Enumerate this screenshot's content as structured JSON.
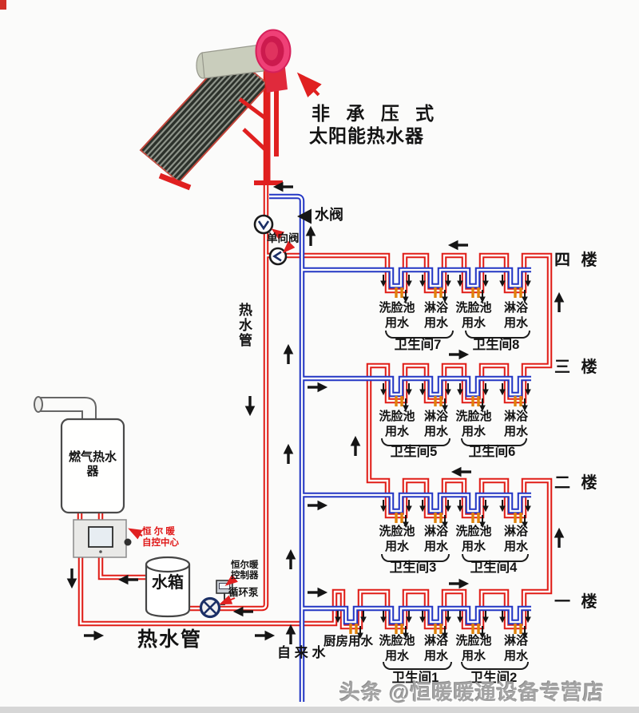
{
  "title": {
    "line1": "非 承 压 式",
    "line2": "太阳能热水器"
  },
  "annotations": {
    "water_valve": "水阀",
    "check_valve": "单向阀",
    "hot_pipe_vertical": "热\n水\n管",
    "hot_pipe_bottom": "热水管",
    "tap_water": "自 来 水"
  },
  "equipment": {
    "gas_heater": "燃气热水器",
    "control_center": "恒 尔 暖\n自控中心",
    "controller": "恒尔暖\n控制器",
    "pump": "循环泵",
    "tank": "水箱"
  },
  "floors": [
    {
      "label": "四 楼",
      "rooms": [
        {
          "name": "卫生间7",
          "fixtures": [
            "洗脸池\n用水",
            "淋浴\n用水"
          ]
        },
        {
          "name": "卫生间8",
          "fixtures": [
            "洗脸池\n用水",
            "淋浴\n用水"
          ]
        }
      ]
    },
    {
      "label": "三 楼",
      "rooms": [
        {
          "name": "卫生间5",
          "fixtures": [
            "洗脸池\n用水",
            "淋浴\n用水"
          ]
        },
        {
          "name": "卫生间6",
          "fixtures": [
            "洗脸池\n用水",
            "淋浴\n用水"
          ]
        }
      ]
    },
    {
      "label": "二 楼",
      "rooms": [
        {
          "name": "卫生间3",
          "fixtures": [
            "洗脸池\n用水",
            "淋浴\n用水"
          ]
        },
        {
          "name": "卫生间4",
          "fixtures": [
            "洗脸池\n用水",
            "淋浴\n用水"
          ]
        }
      ]
    },
    {
      "label": "一 楼",
      "kitchen": "厨房用水",
      "rooms": [
        {
          "name": "卫生间1",
          "fixtures": [
            "洗脸池\n用水",
            "淋浴\n用水"
          ]
        },
        {
          "name": "卫生间2",
          "fixtures": [
            "洗脸池\n用水",
            "淋浴\n用水"
          ]
        }
      ]
    }
  ],
  "watermark": "头条 @恒暖暖通设备专营店",
  "colors": {
    "hot_pipe": "#e01d17",
    "cold_pipe": "#2336c4",
    "outlet": "#e0820a",
    "annotation_red": "#e02020"
  }
}
